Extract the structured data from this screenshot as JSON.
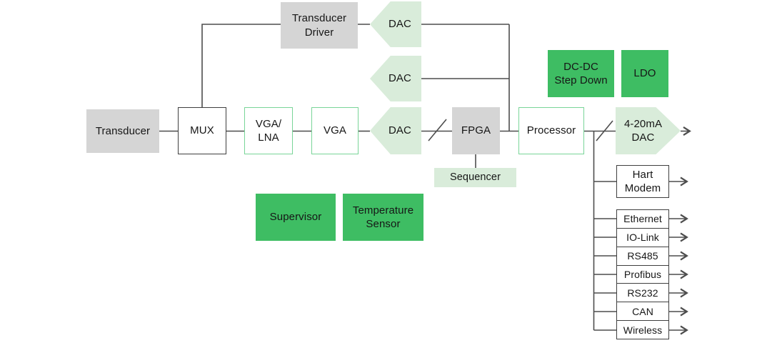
{
  "colors": {
    "background": "#ffffff",
    "box_gray": "#d5d5d5",
    "box_green": "#3ebd63",
    "box_light_green": "#d9ecda",
    "border_green": "#79d598",
    "border_dark": "#3f3f3f",
    "wire_color": "#4d4d4d",
    "text_color": "#161616"
  },
  "blocks": {
    "transducer": {
      "label": "Transducer"
    },
    "transducer_driver": {
      "label": "Transducer\nDriver"
    },
    "mux": {
      "label": "MUX"
    },
    "vga_lna": {
      "label": "VGA/\nLNA"
    },
    "vga": {
      "label": "VGA"
    },
    "dac_top": {
      "label": "DAC"
    },
    "dac_mid": {
      "label": "DAC"
    },
    "dac_main": {
      "label": "DAC"
    },
    "fpga": {
      "label": "FPGA"
    },
    "sequencer": {
      "label": "Sequencer"
    },
    "processor": {
      "label": "Processor"
    },
    "dc_dc_step_down": {
      "label": "DC-DC\nStep Down"
    },
    "ldo": {
      "label": "LDO"
    },
    "supervisor": {
      "label": "Supervisor"
    },
    "temperature_sensor": {
      "label": "Temperature\nSensor"
    },
    "dac_4_20ma": {
      "label": "4-20mA\nDAC"
    },
    "hart_modem": {
      "label": "Hart\nModem"
    }
  },
  "interfaces": [
    "Ethernet",
    "IO-Link",
    "RS485",
    "Profibus",
    "RS232",
    "CAN",
    "Wireless"
  ]
}
